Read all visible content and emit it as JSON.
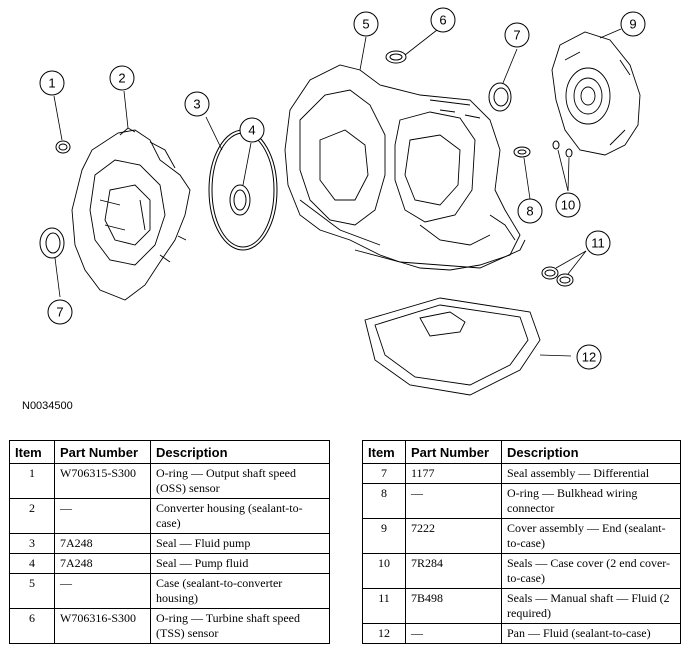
{
  "figure_id": "N0034500",
  "callouts": [
    "1",
    "2",
    "3",
    "4",
    "5",
    "6",
    "7",
    "7",
    "8",
    "9",
    "10",
    "11",
    "12"
  ],
  "table_headers": {
    "item": "Item",
    "part_number": "Part Number",
    "description": "Description"
  },
  "left_table": [
    {
      "item": "1",
      "part": "W706315-S300",
      "desc": "O-ring — Output shaft speed (OSS) sensor"
    },
    {
      "item": "2",
      "part": "—",
      "desc": "Converter housing (sealant-to-case)"
    },
    {
      "item": "3",
      "part": "7A248",
      "desc": "Seal — Fluid pump"
    },
    {
      "item": "4",
      "part": "7A248",
      "desc": "Seal — Pump fluid"
    },
    {
      "item": "5",
      "part": "—",
      "desc": "Case (sealant-to-converter housing)"
    },
    {
      "item": "6",
      "part": "W706316-S300",
      "desc": "O-ring — Turbine shaft speed (TSS) sensor"
    }
  ],
  "right_table": [
    {
      "item": "7",
      "part": "1177",
      "desc": "Seal assembly — Differential"
    },
    {
      "item": "8",
      "part": "—",
      "desc": "O-ring — Bulkhead wiring connector"
    },
    {
      "item": "9",
      "part": "7222",
      "desc": "Cover assembly — End (sealant-to-case)"
    },
    {
      "item": "10",
      "part": "7R284",
      "desc": "Seals — Case cover (2 end cover-to-case)"
    },
    {
      "item": "11",
      "part": "7B498",
      "desc": "Seals — Manual shaft — Fluid (2 required)"
    },
    {
      "item": "12",
      "part": "—",
      "desc": "Pan — Fluid (sealant-to-case)"
    }
  ]
}
